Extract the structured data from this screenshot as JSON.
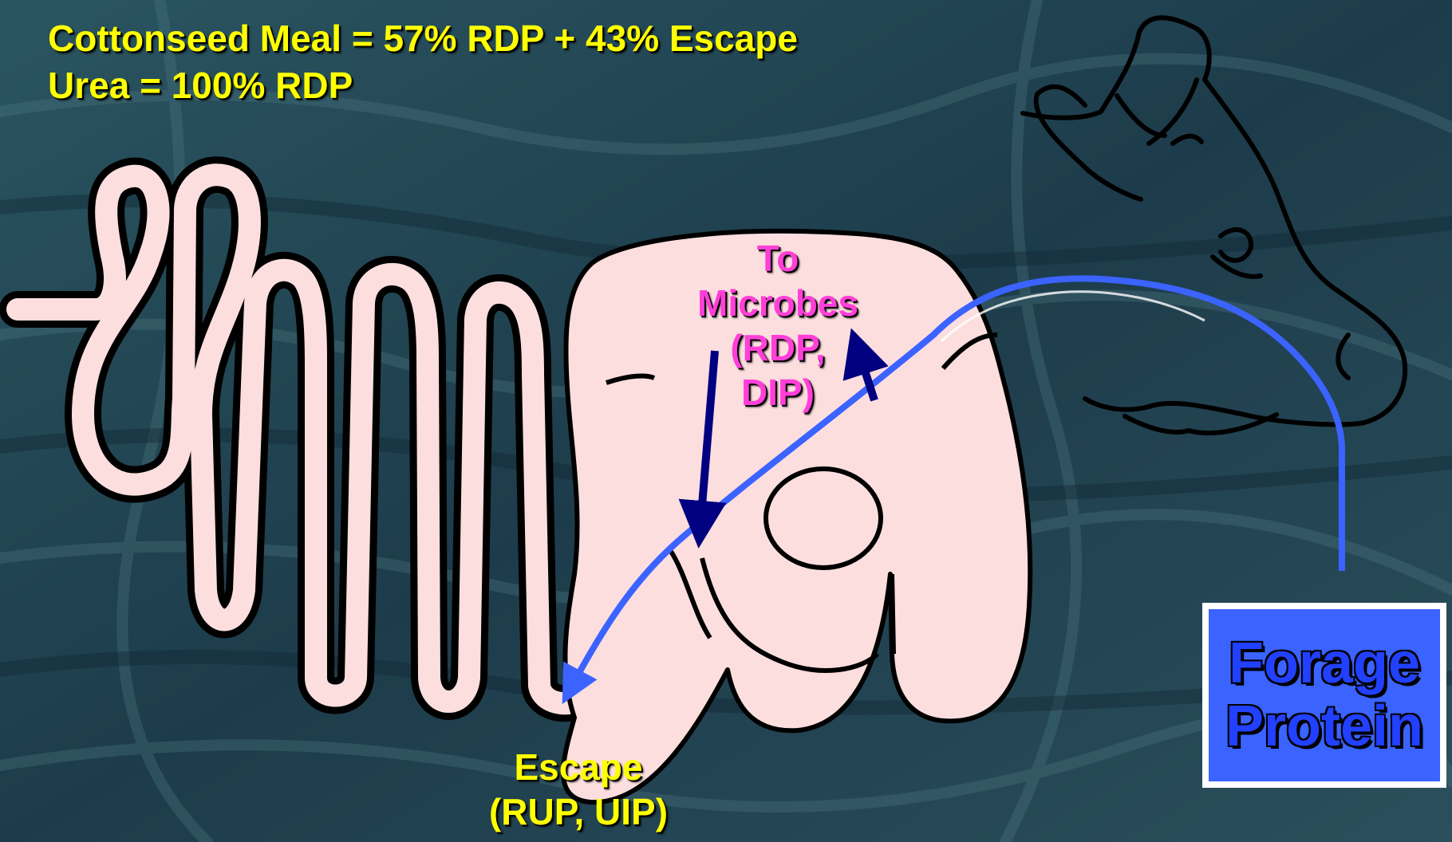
{
  "header": {
    "line1": "Cottonseed Meal = 57% RDP + 43% Escape",
    "line2": "Urea = 100% RDP"
  },
  "labels": {
    "to_microbes": [
      "To",
      "Microbes",
      "(RDP,",
      "DIP)"
    ],
    "escape": [
      "Escape",
      "(RUP, UIP)"
    ],
    "forage_protein": [
      "Forage",
      "Protein"
    ]
  },
  "colors": {
    "header_text": "#ffff00",
    "microbes_text": "#ff3fd8",
    "organ_fill": "#fcdede",
    "protein_path": "#3b63ff",
    "arrows": "#000080",
    "box_fill": "#3b63ff",
    "box_text": "#2140ff"
  },
  "icons": {
    "animal": "cow-head-outline",
    "stomach": "rumen-illustration",
    "intestine": "small-intestine-illustration"
  }
}
